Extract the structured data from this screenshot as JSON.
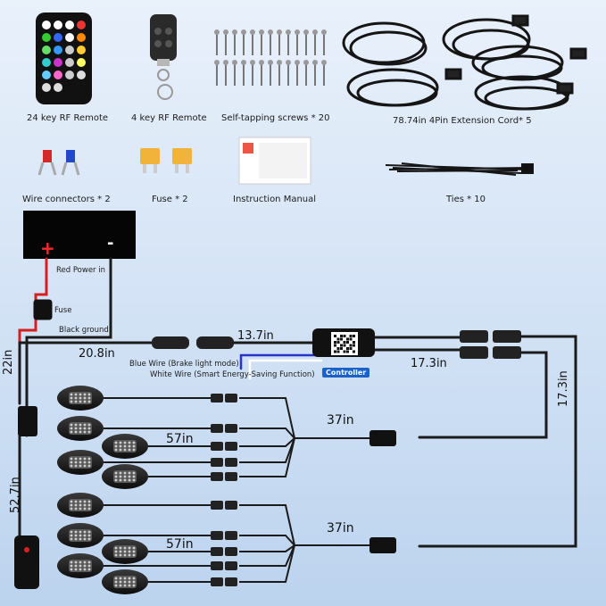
{
  "accessories": {
    "remote24": "24 key RF Remote",
    "remote4": "4 key RF Remote",
    "screws": "Self-tapping screws * 20",
    "extension": "78.74in 4Pin Extension Cord* 5",
    "connectors": "Wire connectors * 2",
    "fuse": "Fuse * 2",
    "manual": "Instruction Manual",
    "ties": "Ties * 10"
  },
  "battery": {
    "plus": "+",
    "minus": "-"
  },
  "wiring": {
    "red_power": "Red Power in",
    "fuse": "Fuse",
    "black_ground": "Black ground",
    "len_22": "22in",
    "len_20_8": "20.8in",
    "len_13_7": "13.7in",
    "len_17_3_h": "17.3in",
    "len_17_3_v": "17.3in",
    "len_52_7": "52.7in",
    "blue_wire": "Blue Wire (Brake light mode)",
    "white_wire": "White Wire (Smart Energy-Saving Function)",
    "controller": "Controller",
    "len_37_a": "37in",
    "len_57_a": "57in",
    "len_37_b": "37in",
    "len_57_b": "57in"
  },
  "colors": {
    "background": "#d9e7f7",
    "wire": "#1b1b1b",
    "red_wire": "#d61f1f",
    "blue_wire": "#2733c8",
    "controller_tag": "#1a62c9"
  }
}
